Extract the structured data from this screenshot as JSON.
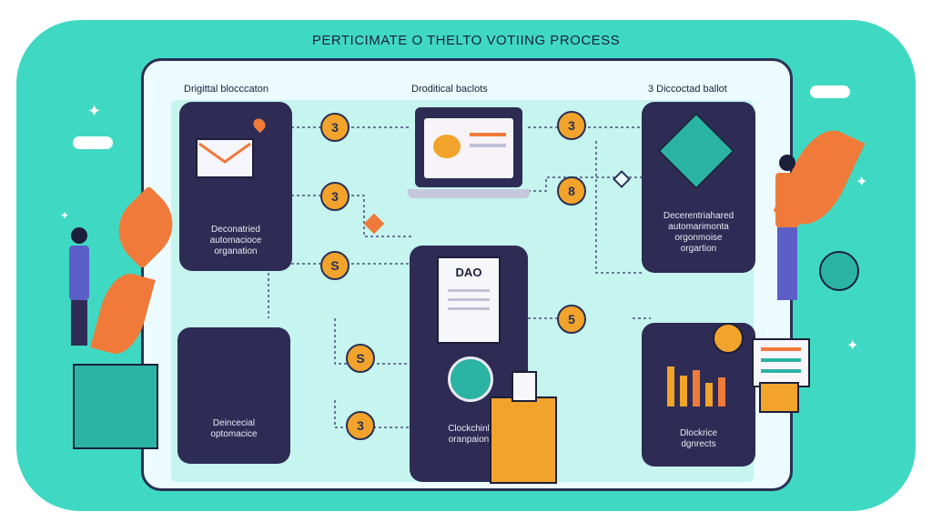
{
  "title": "PERTICIMATE O THELTO VOTIING PROCESS",
  "columns": {
    "left": "Drigittal blocccaton",
    "center": "Droditical baclots",
    "right": "3 Diccoctad ballot"
  },
  "panels": {
    "top_left": "Deconatried\nautomacioce\norganation",
    "top_right": "Decerentriahared\nautomarimonta\norgonmoise\norgartion",
    "bottom_left": "Deincecial\noptomacice",
    "bottom_center": "Clockchinl\noranpaion",
    "bottom_right": "Dlockrice\ndgnrects",
    "dao": "DAO"
  },
  "coins": [
    "3",
    "3",
    "S",
    "3",
    "8",
    "5",
    "S",
    "3"
  ],
  "colors": {
    "teal_background": "#3fd9c3",
    "panel": "#2e2c55",
    "accent_orange": "#f07a3a",
    "coin": "#f2a32b"
  }
}
